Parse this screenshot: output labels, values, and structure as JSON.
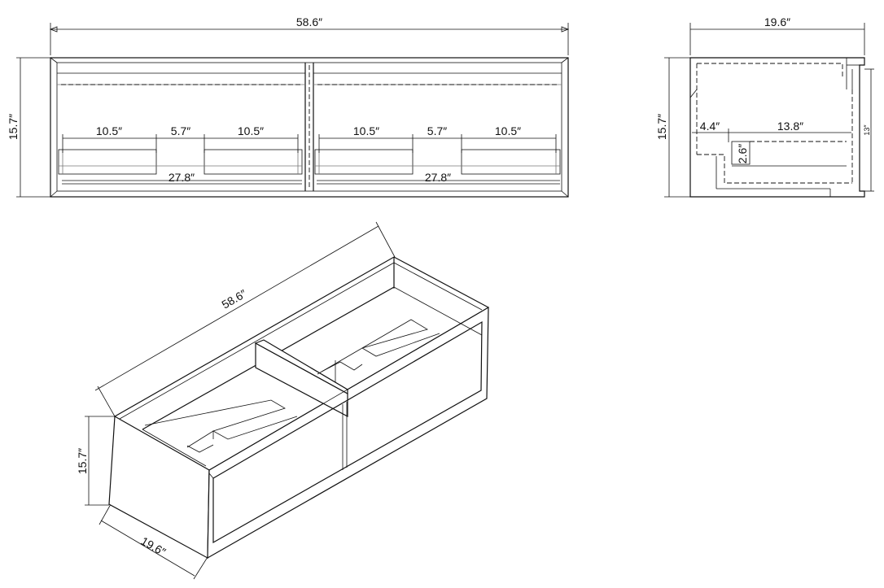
{
  "front_view": {
    "overall_width": "58.6″",
    "overall_height": "15.7″",
    "left": {
      "seg_a": "10.5″",
      "seg_b": "5.7″",
      "seg_c": "10.5″",
      "inner": "27.8″"
    },
    "right": {
      "seg_a": "10.5″",
      "seg_b": "5.7″",
      "seg_c": "10.5″",
      "inner": "27.8″"
    }
  },
  "side_view": {
    "depth": "19.6″",
    "height": "15.7″",
    "offset": "4.4″",
    "inner_depth": "13.8″",
    "step_height": "2.6″",
    "inner_height": "13″"
  },
  "iso_view": {
    "width": "58.6″",
    "height": "15.7″",
    "depth": "19.6″"
  }
}
